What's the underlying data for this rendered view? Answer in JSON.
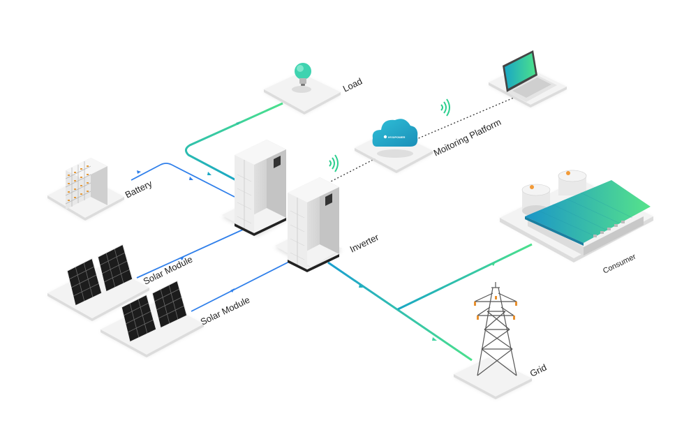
{
  "labels": {
    "load": "Load",
    "monitoring": "Moitoring Platform",
    "battery": "Battery",
    "inverter": "Inverter",
    "solar_module_1": "Solar Module",
    "solar_module_2": "Solar Module",
    "consumer": "Consumer",
    "grid": "Grid"
  },
  "cloud_logo": "HYXiPOWER",
  "colors": {
    "line_green": "#3fd88a",
    "line_teal": "#1aa7c4",
    "line_blue": "#2f7fea",
    "roof_teal": "#1fa3b3",
    "roof_green": "#49d98a",
    "cloud_teal": "#22a7c6",
    "tile": "#eeeeee"
  },
  "icons": [
    "lightbulb-icon",
    "laptop-icon",
    "cloud-icon",
    "wifi-icon",
    "battery-rack-icon",
    "inverter-cabinet-icon",
    "solar-panel-icon",
    "factory-icon",
    "transmission-tower-icon"
  ]
}
